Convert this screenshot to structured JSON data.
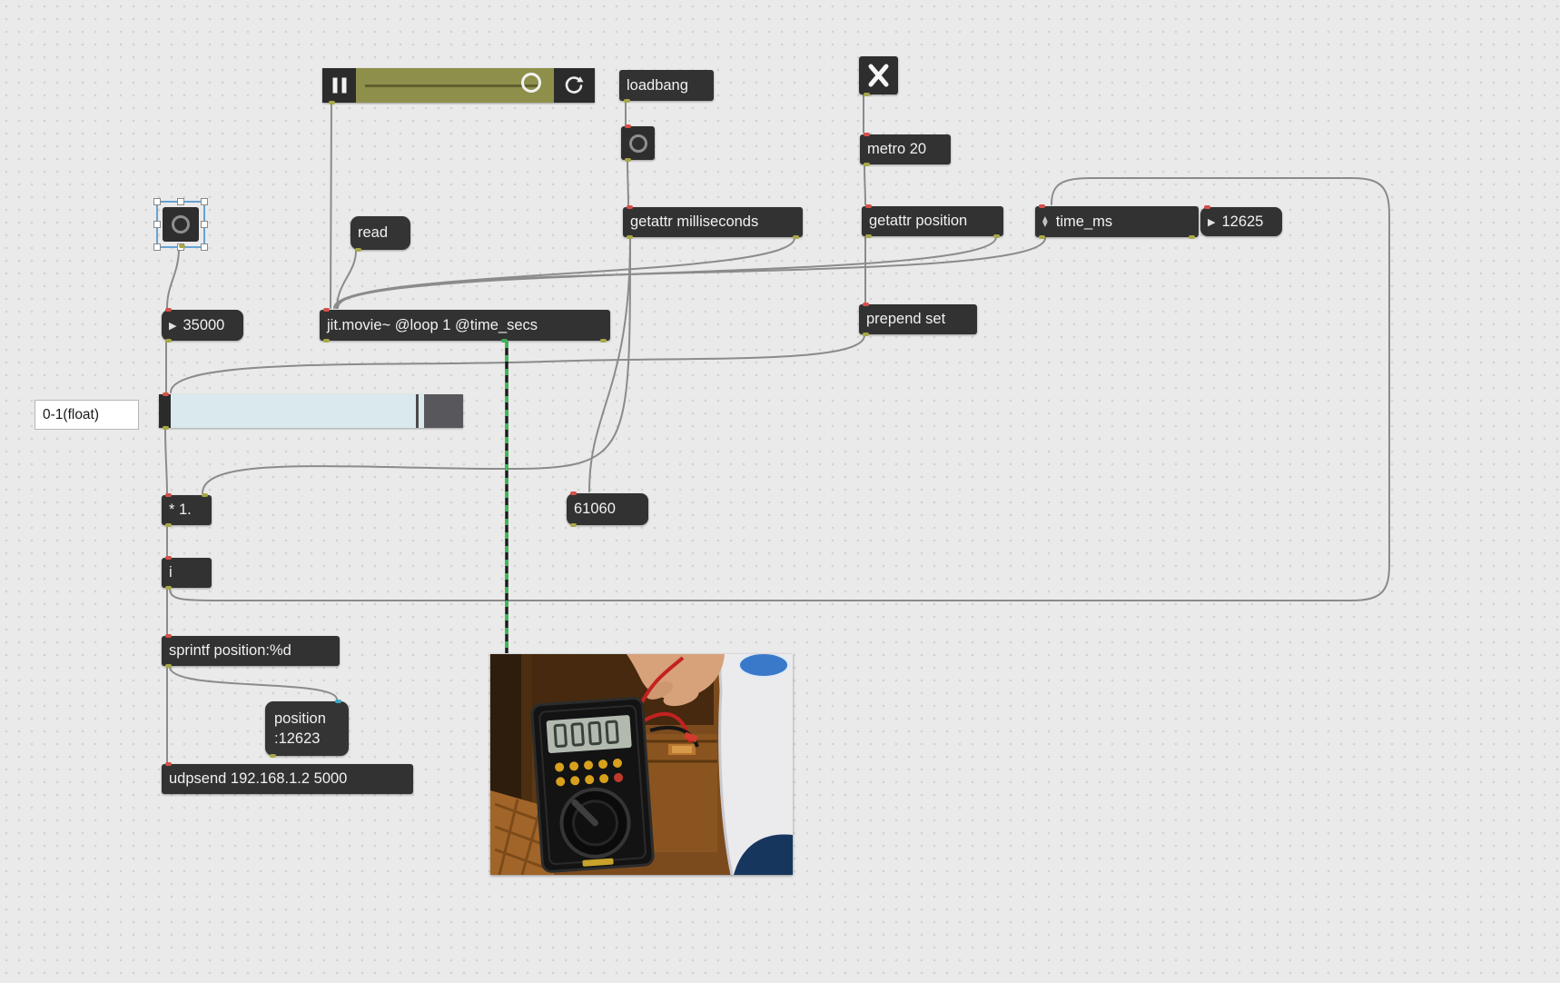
{
  "patcher": {
    "nodes": {
      "playbar": {
        "icons": {
          "pause": "pause-icon",
          "loop": "loop-refresh-icon"
        }
      },
      "loadbang": {
        "label": "loadbang"
      },
      "toggle": {
        "icon": "x-toggle-icon"
      },
      "bang_button": {
        "icon": "bang-circle-icon"
      },
      "metro": {
        "label": "metro 20"
      },
      "getattr_milliseconds": {
        "label": "getattr milliseconds"
      },
      "getattr_position": {
        "label": "getattr position"
      },
      "time_ms": {
        "label": "time_ms"
      },
      "time_ms_value": {
        "value": "12625"
      },
      "selected_bang": {
        "icon": "bang-circle-icon"
      },
      "number_35000": {
        "value": "35000"
      },
      "read_message": {
        "label": "read"
      },
      "jit_movie": {
        "label": "jit.movie~ @loop 1 @time_secs"
      },
      "prepend_set": {
        "label": "prepend set"
      },
      "comment": {
        "label": "0-1(float)"
      },
      "multiply": {
        "label": "* 1."
      },
      "int_box": {
        "label": "i"
      },
      "sprintf": {
        "label": "sprintf position:%d"
      },
      "position_message": {
        "line1": "position",
        "line2": ":12623"
      },
      "udpsend": {
        "label": "udpsend 192.168.1.2 5000"
      },
      "number_61060": {
        "value": "61060"
      },
      "video_preview": {
        "icon": "jit-pwindow-video-frame"
      }
    },
    "colors": {
      "canvas_bg": "#eaeaea",
      "grid_dot": "#d2d2d2",
      "box_bg": "#323232",
      "box_text": "#f1f1f1",
      "patch_cord": "#8b8b8b",
      "jitter_cord_green": "#40b857",
      "selection_blue": "#66a3d2",
      "playbar_track": "#8e8f4b",
      "slider_track": "#d9e9ed",
      "hot_inlet": "#d5504a",
      "outlet": "#a8a848"
    }
  }
}
